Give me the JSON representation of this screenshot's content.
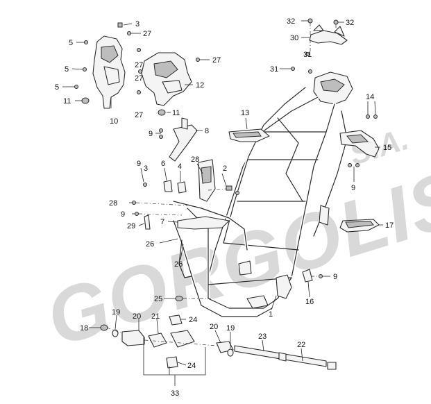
{
  "watermark": {
    "brand": "GORGOLIS",
    "suffix": "S.A."
  },
  "callouts": [
    {
      "id": "c3a",
      "text": "3"
    },
    {
      "id": "c27a",
      "text": "27"
    },
    {
      "id": "c5a",
      "text": "5"
    },
    {
      "id": "c27b",
      "text": "27"
    },
    {
      "id": "c27c",
      "text": "27"
    },
    {
      "id": "c5b",
      "text": "5"
    },
    {
      "id": "c27d",
      "text": "27"
    },
    {
      "id": "c5c",
      "text": "5"
    },
    {
      "id": "c12",
      "text": "12"
    },
    {
      "id": "c11a",
      "text": "11"
    },
    {
      "id": "c27e",
      "text": "27"
    },
    {
      "id": "c11b",
      "text": "11"
    },
    {
      "id": "c10",
      "text": "10"
    },
    {
      "id": "c32a",
      "text": "32"
    },
    {
      "id": "c32b",
      "text": "32"
    },
    {
      "id": "c30",
      "text": "30"
    },
    {
      "id": "c31a",
      "text": "31"
    },
    {
      "id": "c31b",
      "text": "31"
    },
    {
      "id": "c14",
      "text": "14"
    },
    {
      "id": "c13",
      "text": "13"
    },
    {
      "id": "c15",
      "text": "15"
    },
    {
      "id": "c9a",
      "text": "9"
    },
    {
      "id": "c8",
      "text": "8"
    },
    {
      "id": "c9b",
      "text": "9"
    },
    {
      "id": "c3b",
      "text": "3"
    },
    {
      "id": "c6",
      "text": "6"
    },
    {
      "id": "c4",
      "text": "4"
    },
    {
      "id": "c28a",
      "text": "28"
    },
    {
      "id": "c2",
      "text": "2"
    },
    {
      "id": "c9c",
      "text": "9"
    },
    {
      "id": "c28b",
      "text": "28"
    },
    {
      "id": "c9d",
      "text": "9"
    },
    {
      "id": "c29",
      "text": "29"
    },
    {
      "id": "c7",
      "text": "7"
    },
    {
      "id": "c17",
      "text": "17"
    },
    {
      "id": "c26a",
      "text": "26"
    },
    {
      "id": "c26b",
      "text": "26"
    },
    {
      "id": "c9e",
      "text": "9"
    },
    {
      "id": "c25",
      "text": "25"
    },
    {
      "id": "c16",
      "text": "16"
    },
    {
      "id": "c1",
      "text": "1"
    },
    {
      "id": "c19a",
      "text": "19"
    },
    {
      "id": "c20a",
      "text": "20"
    },
    {
      "id": "c21",
      "text": "21"
    },
    {
      "id": "c24a",
      "text": "24"
    },
    {
      "id": "c18",
      "text": "18"
    },
    {
      "id": "c20b",
      "text": "20"
    },
    {
      "id": "c19b",
      "text": "19"
    },
    {
      "id": "c23",
      "text": "23"
    },
    {
      "id": "c22",
      "text": "22"
    },
    {
      "id": "c24b",
      "text": "24"
    },
    {
      "id": "c33",
      "text": "33"
    }
  ]
}
